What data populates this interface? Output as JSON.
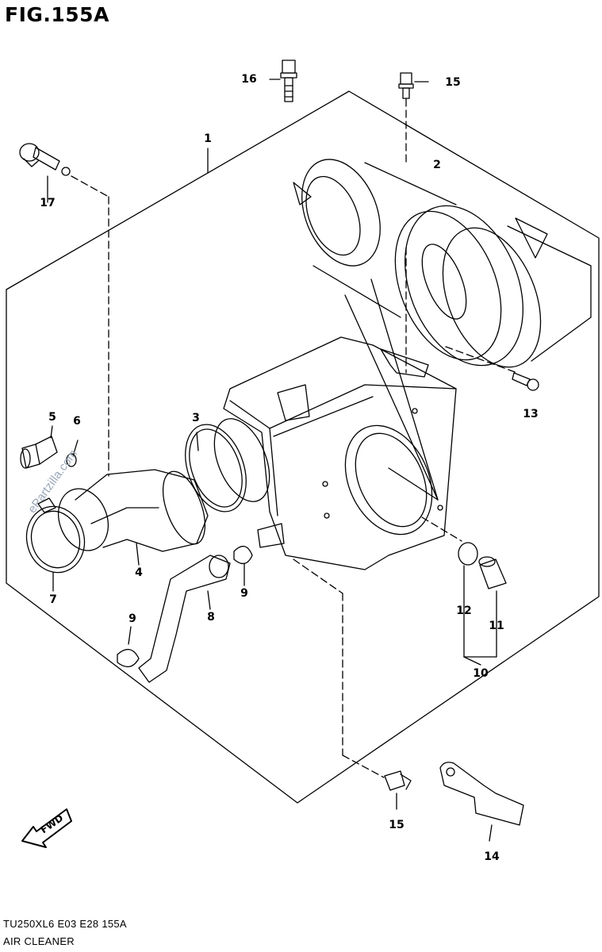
{
  "figure": {
    "title": "FIG.155A",
    "model_code": "TU250XL6  E03  E28  155A",
    "section_name": "AIR CLEANER",
    "watermark": "ePartzilla.com",
    "fwd_label": "FWD"
  },
  "callouts": [
    {
      "id": "1",
      "label": "1"
    },
    {
      "id": "2",
      "label": "2"
    },
    {
      "id": "3",
      "label": "3"
    },
    {
      "id": "4",
      "label": "4"
    },
    {
      "id": "5",
      "label": "5"
    },
    {
      "id": "6",
      "label": "6"
    },
    {
      "id": "7",
      "label": "7"
    },
    {
      "id": "8",
      "label": "8"
    },
    {
      "id": "9a",
      "label": "9"
    },
    {
      "id": "9b",
      "label": "9"
    },
    {
      "id": "10",
      "label": "10"
    },
    {
      "id": "11",
      "label": "11"
    },
    {
      "id": "12",
      "label": "12"
    },
    {
      "id": "13",
      "label": "13"
    },
    {
      "id": "14",
      "label": "14"
    },
    {
      "id": "15a",
      "label": "15"
    },
    {
      "id": "15b",
      "label": "15"
    },
    {
      "id": "16",
      "label": "16"
    },
    {
      "id": "17",
      "label": "17"
    }
  ]
}
